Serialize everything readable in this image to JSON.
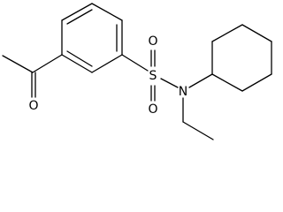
{
  "diagram": {
    "type": "skeletal-formula",
    "background_color": "#ffffff",
    "line_color": "#000000",
    "atom_labels": {
      "ketone_oxygen": "O",
      "sulfonyl_oxygen_top": "O",
      "sulfur": "S",
      "sulfonyl_oxygen_bottom": "O",
      "nitrogen": "N"
    }
  }
}
